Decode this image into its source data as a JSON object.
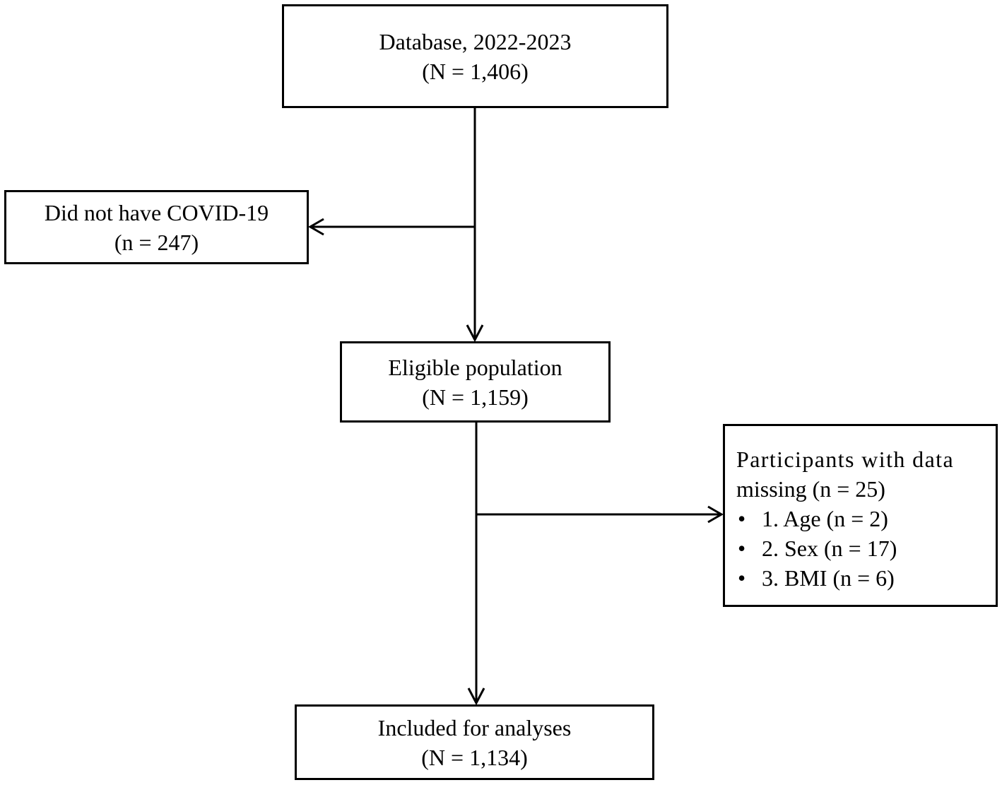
{
  "boxes": {
    "database": {
      "line1": "Database, 2022-2023",
      "line2": "(N = 1,406)"
    },
    "excluded": {
      "line1": "Did not have COVID-19",
      "line2": "(n = 247)"
    },
    "eligible": {
      "line1": "Eligible population",
      "line2": "(N = 1,159)"
    },
    "missing": {
      "line1": "Participants with data",
      "line2": "missing (n = 25)",
      "items": [
        "1. Age (n = 2)",
        "2. Sex (n = 17)",
        "3. BMI (n = 6)"
      ]
    },
    "included": {
      "line1": "Included for analyses",
      "line2": "(N = 1,134)"
    }
  }
}
